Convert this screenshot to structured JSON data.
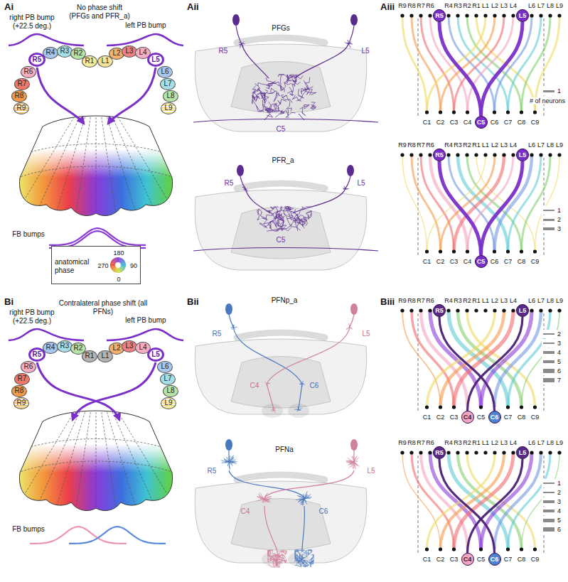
{
  "diagram": {
    "nodes": [
      {
        "text": [
          "R9"
        ]
      },
      {
        "text": [
          "R8"
        ]
      },
      {
        "text": [
          "R7"
        ]
      },
      {
        "text": [
          "R6"
        ]
      },
      {
        "text": [
          "R5"
        ]
      },
      {
        "text": [
          "R4"
        ]
      },
      {
        "text": [
          "R3"
        ]
      },
      {
        "text": [
          "R2"
        ]
      },
      {
        "text": [
          "R1"
        ]
      },
      {
        "text": [
          "L1"
        ]
      },
      {
        "text": [
          "L2"
        ]
      },
      {
        "text": [
          "L3"
        ]
      },
      {
        "text": [
          "L4"
        ]
      },
      {
        "text": [
          "L5"
        ]
      },
      {
        "text": [
          "L6"
        ]
      },
      {
        "text": [
          "L7"
        ]
      },
      {
        "text": [
          "L8"
        ]
      },
      {
        "text": [
          "L9"
        ]
      },
      {
        "text": [
          "anatomical phase",
          "180",
          "270",
          "90",
          "0"
        ]
      },
      {
        "text": [
          "R5"
        ]
      },
      {
        "text": [
          "L5"
        ]
      },
      {
        "text": [
          "C5"
        ]
      },
      {
        "text": [
          "R5"
        ]
      },
      {
        "text": [
          "L5"
        ]
      },
      {
        "text": [
          "C5"
        ]
      },
      {
        "text": [
          "R9"
        ]
      },
      {
        "text": [
          "R8"
        ]
      },
      {
        "text": [
          "R7"
        ]
      },
      {
        "text": [
          "R6"
        ]
      },
      {
        "text": [
          "R5"
        ]
      },
      {
        "text": [
          "R4"
        ]
      },
      {
        "text": [
          "R3"
        ]
      },
      {
        "text": [
          "R2"
        ]
      },
      {
        "text": [
          "R1"
        ]
      },
      {
        "text": [
          "L1"
        ]
      },
      {
        "text": [
          "L2"
        ]
      },
      {
        "text": [
          "L3"
        ]
      },
      {
        "text": [
          "L4"
        ]
      },
      {
        "text": [
          "L5"
        ]
      },
      {
        "text": [
          "L6"
        ]
      },
      {
        "text": [
          "L7"
        ]
      },
      {
        "text": [
          "L8"
        ]
      },
      {
        "text": [
          "L9"
        ]
      },
      {
        "text": [
          "R5"
        ]
      },
      {
        "text": [
          "L5"
        ]
      },
      {
        "text": [
          "C4"
        ]
      },
      {
        "text": [
          "C6"
        ]
      },
      {
        "text": [
          "R5"
        ]
      },
      {
        "text": [
          "L5"
        ]
      },
      {
        "text": [
          "C4"
        ]
      },
      {
        "text": [
          "C6"
        ]
      }
    ],
    "edges": [
      {
        "from": 19,
        "to": 21,
        "arrow": "none"
      },
      {
        "from": 20,
        "to": 21,
        "arrow": "none"
      },
      {
        "from": 22,
        "to": 24,
        "arrow": "none"
      },
      {
        "from": 23,
        "to": 24,
        "arrow": "none"
      },
      {
        "from": 43,
        "to": 46,
        "arrow": "none"
      },
      {
        "from": 44,
        "to": 45,
        "arrow": "none"
      },
      {
        "from": 47,
        "to": 50,
        "arrow": "none"
      },
      {
        "from": 48,
        "to": 49,
        "arrow": "none"
      }
    ],
    "labels": [
      "Ai",
      "No phase shift (PFGs and PFR_a)",
      "right PB bump (+22.5 deg.)",
      "left PB bump",
      "FB bumps",
      "Aii",
      "PFGs",
      "R5",
      "L5",
      "C5",
      "PFR_a",
      "R5",
      "L5",
      "C5",
      "Aiii",
      "R9",
      "R8",
      "R7",
      "R6",
      "R4",
      "R3",
      "R2",
      "R1",
      "L1",
      "L2",
      "L3",
      "L4",
      "L6",
      "L7",
      "L8",
      "L9",
      "C1",
      "C2",
      "C3",
      "C4",
      "C6",
      "C7",
      "C8",
      "C9",
      "# of neurons",
      "R9",
      "R8",
      "R7",
      "R6",
      "R4",
      "R3",
      "R2",
      "R1",
      "L1",
      "L2",
      "L3",
      "L4",
      "L6",
      "L7",
      "L8",
      "L9",
      "C1",
      "C2",
      "C3",
      "C4",
      "C6",
      "C7",
      "C8",
      "C9",
      "Bi",
      "Contralateral phase shift (all PFNs)",
      "right PB bump (+22.5 deg.)",
      "left PB bump",
      "FB bumps",
      "Bii",
      "PFNp_a",
      "R5",
      "L5",
      "C4",
      "C6",
      "PFNa",
      "R5",
      "L5",
      "C4",
      "C6",
      "Biii",
      "R9",
      "R8",
      "R7",
      "R6",
      "R4",
      "R3",
      "R2",
      "R1",
      "L1",
      "L2",
      "L3",
      "L4",
      "L6",
      "L7",
      "L8",
      "L9",
      "C1",
      "C2",
      "C3",
      "C5",
      "C7",
      "C8",
      "C9",
      "R9",
      "R8",
      "R7",
      "R6",
      "R4",
      "R3",
      "R2",
      "R1",
      "L1",
      "L2",
      "L3",
      "L4",
      "L6",
      "L7",
      "L8",
      "L9",
      "C1",
      "C2",
      "C3",
      "C5",
      "C7",
      "C8",
      "C9"
    ],
    "legend": [
      {
        "text": "1"
      },
      {
        "text": "1"
      },
      {
        "text": "2"
      },
      {
        "text": "3"
      },
      {
        "text": "2"
      },
      {
        "text": "3"
      },
      {
        "text": "4"
      },
      {
        "text": "5"
      },
      {
        "text": "6"
      },
      {
        "text": "7"
      },
      {
        "text": "1"
      },
      {
        "text": "2"
      },
      {
        "text": "3"
      },
      {
        "text": "4"
      },
      {
        "text": "5"
      },
      {
        "text": "6"
      }
    ]
  }
}
